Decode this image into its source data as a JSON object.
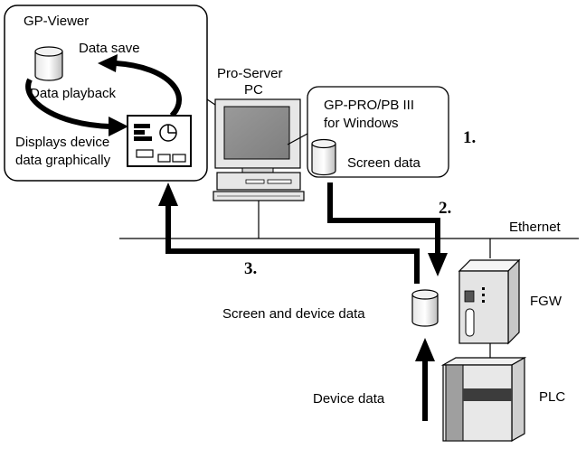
{
  "viewer": {
    "title": "GP-Viewer",
    "data_save": "Data save",
    "data_playback": "Data playback",
    "displays_line1": "Displays device",
    "displays_line2": "data graphically"
  },
  "pc": {
    "label_line1": "Pro-Server",
    "label_line2": "PC"
  },
  "gp_pro": {
    "line1": "GP-PRO/PB III",
    "line2": "for Windows",
    "screen_data": "Screen data"
  },
  "steps": {
    "one": "1.",
    "two": "2.",
    "three": "3."
  },
  "network": {
    "ethernet": "Ethernet"
  },
  "devices": {
    "fgw": "FGW",
    "plc": "PLC"
  },
  "storage": {
    "screen_and_device": "Screen and device data",
    "device_data": "Device data"
  }
}
